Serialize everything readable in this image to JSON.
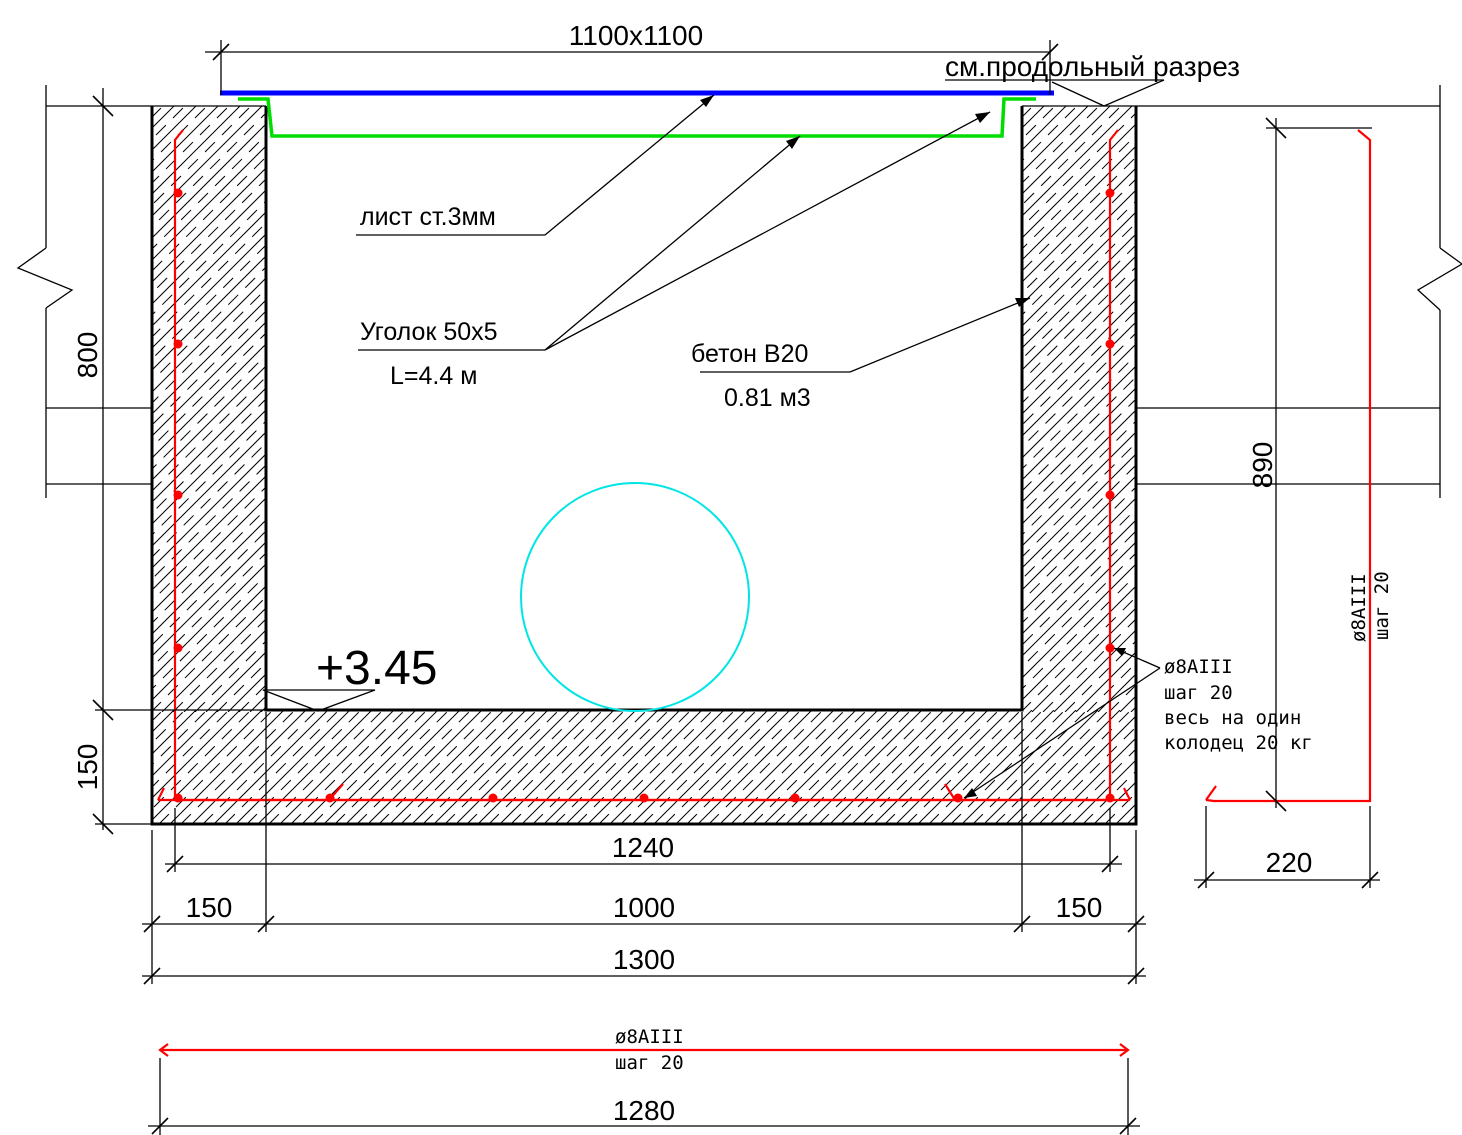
{
  "drawing": {
    "dims": {
      "cover": "1100x1100",
      "height_800": "800",
      "height_150": "150",
      "height_890": "890",
      "w_1240": "1240",
      "w_150_left": "150",
      "w_1000": "1000",
      "w_150_right": "150",
      "w_1300": "1300",
      "w_220": "220",
      "w_1280": "1280"
    },
    "notes": {
      "section_ref": "см.продольный разрез",
      "sheet": "лист ст.3мм",
      "angle": "Уголок 50x5",
      "angle_len": "L=4.4 м",
      "concrete": "бетон В20",
      "volume": "0.81 м3",
      "elevation": "+3.45"
    },
    "rebar": {
      "side_line1": "ø8AIII",
      "side_line2": "шаг 20",
      "side_line3": "весь на один",
      "side_line4": "колодец 20 кг",
      "vert_line1": "ø8AIII",
      "vert_line2": "шаг 20",
      "bottom_line1": "ø8AIII",
      "bottom_line2": "шаг 20"
    },
    "colors": {
      "rebar": "#ff0000",
      "cover_plate": "#0000ff",
      "angle_steel": "#00dd00",
      "pipe": "#00e5e5",
      "lines": "#000000"
    }
  }
}
